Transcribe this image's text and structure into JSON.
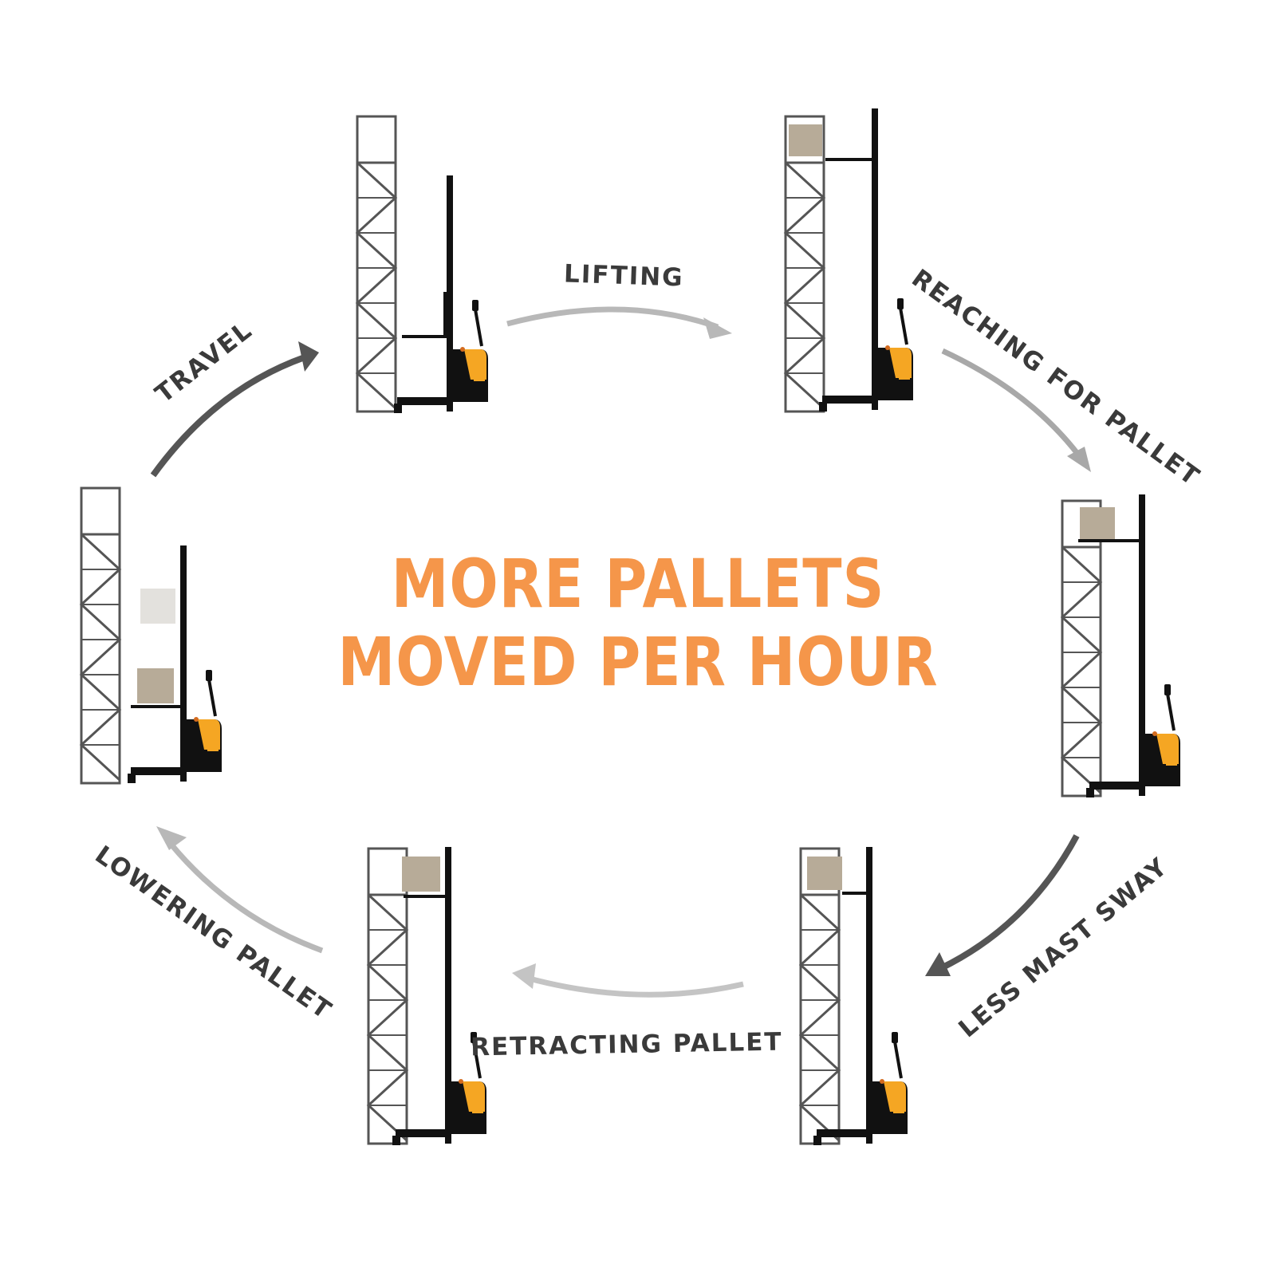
{
  "headline": {
    "line1": "MORE PALLETS",
    "line2": "MOVED PER HOUR"
  },
  "steps": [
    {
      "id": "lifting",
      "label": "LIFTING"
    },
    {
      "id": "reaching-for-pallet",
      "label": "REACHING FOR PALLET"
    },
    {
      "id": "less-mast-sway",
      "label": "LESS MAST SWAY"
    },
    {
      "id": "retracting-pallet",
      "label": "RETRACTING PALLET"
    },
    {
      "id": "lowering-pallet",
      "label": "LOWERING PALLET"
    },
    {
      "id": "travel",
      "label": "TRAVEL"
    }
  ],
  "colors": {
    "headline": "#f5964a",
    "label": "#3a3a3a",
    "arrow_dark": "#555555",
    "arrow_light": "#b8b8b8",
    "rack": "#555555",
    "machine_body": "#111111",
    "machine_accent": "#f5a623",
    "pallet": "#b7ab98",
    "pallet_light": "#e3e1dd"
  },
  "icons": [
    "pallet-rack-icon",
    "electric-stacker-icon",
    "pallet-box-icon",
    "cycle-arrow-icon"
  ]
}
